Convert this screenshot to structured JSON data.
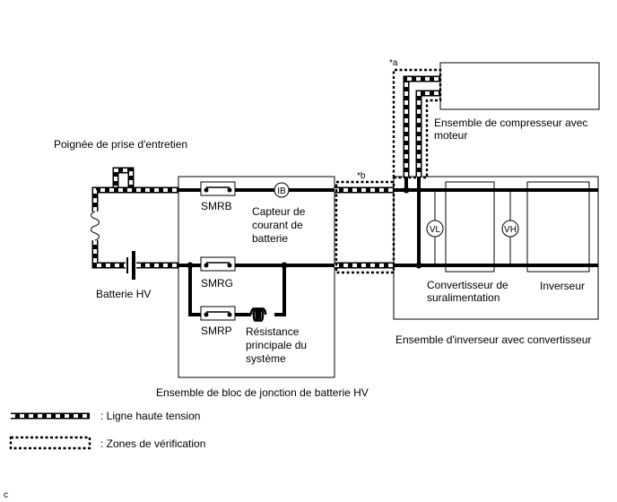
{
  "labels": {
    "service_plug": "Poignée de prise d'entretien",
    "hv_battery": "Batterie HV",
    "smrb": "SMRB",
    "smrg": "SMRG",
    "smrp": "SMRP",
    "ib": "IB",
    "current_sensor_1": "Capteur de",
    "current_sensor_2": "courant de",
    "current_sensor_3": "batterie",
    "resistor_1": "Résistance",
    "resistor_2": "principale du",
    "resistor_3": "système",
    "junction_block": "Ensemble de bloc de jonction de batterie HV",
    "compressor_1": "Ensemble de compresseur avec",
    "compressor_2": "moteur",
    "vl": "VL",
    "vh": "VH",
    "converter_1": "Convertisseur de",
    "converter_2": "suralimentation",
    "inverter": "Inverseur",
    "inverter_assembly": "Ensemble d'inverseur avec convertisseur",
    "marker_a": "*a",
    "marker_b": "*b",
    "corner_code": "c"
  },
  "legend": {
    "hv_line": ": Ligne haute tension",
    "check_zone": ": Zones de vérification"
  }
}
